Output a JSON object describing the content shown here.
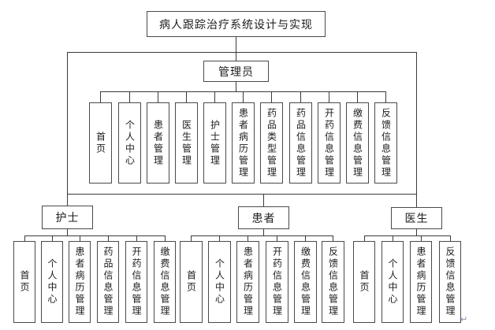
{
  "tree": {
    "root": {
      "label": "病人跟踪治疗系统设计与实现"
    },
    "admin": {
      "label": "管理员",
      "children": [
        "首页",
        "个人中心",
        "患者管理",
        "医生管理",
        "护士管理",
        "患者病历管理",
        "药品类型管理",
        "药品信息管理",
        "开药信息管理",
        "缴费信息管理",
        "反馈信息管理"
      ]
    },
    "nurse": {
      "label": "护士",
      "children": [
        "首页",
        "个人中心",
        "患者病历管理",
        "药品信息管理",
        "开药信息管理",
        "缴费信息管理"
      ]
    },
    "patient": {
      "label": "患者",
      "children": [
        "首页",
        "个人中心",
        "患者病历管理",
        "开药信息管理",
        "缴费信息管理",
        "反馈信息管理"
      ]
    },
    "doctor": {
      "label": "医生",
      "children": [
        "首页",
        "个人中心",
        "患者病历管理",
        "反馈信息管理"
      ]
    }
  },
  "annotations": {
    "return_mark": "↵"
  },
  "colors": {
    "line": "#3a3a3a",
    "box_border": "#4a4a4a",
    "text": "#1c1c1c",
    "background": "#ffffff"
  }
}
